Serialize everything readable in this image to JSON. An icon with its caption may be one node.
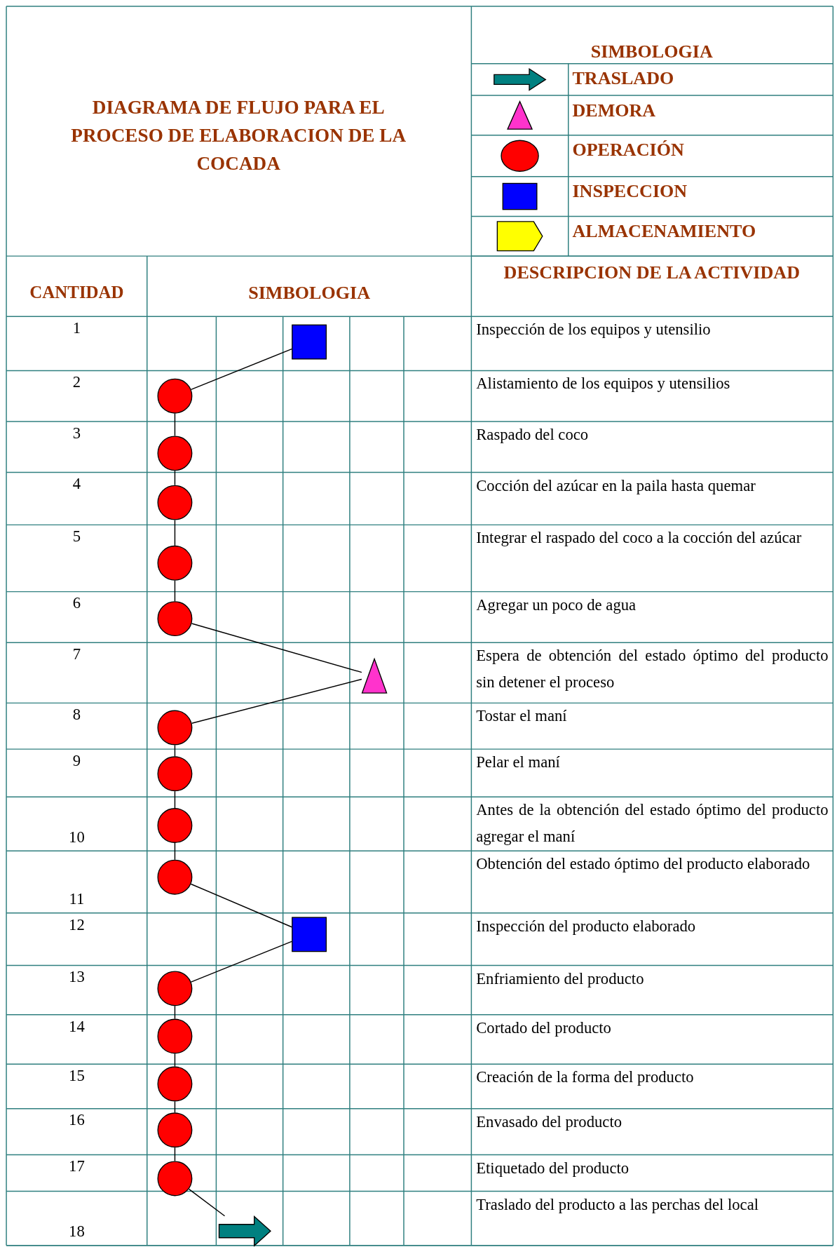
{
  "diagram": {
    "title": "DIAGRAMA DE FLUJO PARA EL PROCESO DE ELABORACION DE LA COCADA",
    "nodes": [
      {
        "text": [],
        "shape": "box"
      },
      {
        "text": [],
        "shape": "circle"
      },
      {
        "text": [],
        "shape": "circle"
      },
      {
        "text": [],
        "shape": "circle"
      },
      {
        "text": [],
        "shape": "circle"
      },
      {
        "text": [],
        "shape": "circle"
      },
      {
        "text": [],
        "shape": "triangle"
      },
      {
        "text": [],
        "shape": "circle"
      },
      {
        "text": [],
        "shape": "circle"
      },
      {
        "text": [],
        "shape": "circle"
      },
      {
        "text": [],
        "shape": "circle"
      },
      {
        "text": [],
        "shape": "box"
      },
      {
        "text": [],
        "shape": "circle"
      },
      {
        "text": [],
        "shape": "circle"
      },
      {
        "text": [],
        "shape": "circle"
      },
      {
        "text": [],
        "shape": "circle"
      },
      {
        "text": [],
        "shape": "circle"
      },
      {
        "text": [],
        "shape": "arrow"
      }
    ],
    "edges": [
      {
        "from": 0,
        "to": 1,
        "arrow": "none"
      },
      {
        "from": 1,
        "to": 2,
        "arrow": "none"
      },
      {
        "from": 2,
        "to": 3,
        "arrow": "none"
      },
      {
        "from": 3,
        "to": 4,
        "arrow": "none"
      },
      {
        "from": 4,
        "to": 5,
        "arrow": "none"
      },
      {
        "from": 5,
        "to": 6,
        "arrow": "none"
      },
      {
        "from": 6,
        "to": 7,
        "arrow": "none"
      },
      {
        "from": 7,
        "to": 8,
        "arrow": "none"
      },
      {
        "from": 8,
        "to": 9,
        "arrow": "none"
      },
      {
        "from": 9,
        "to": 10,
        "arrow": "none"
      },
      {
        "from": 10,
        "to": 11,
        "arrow": "none"
      },
      {
        "from": 11,
        "to": 12,
        "arrow": "none"
      },
      {
        "from": 12,
        "to": 13,
        "arrow": "none"
      },
      {
        "from": 13,
        "to": 14,
        "arrow": "none"
      },
      {
        "from": 14,
        "to": 15,
        "arrow": "none"
      },
      {
        "from": 15,
        "to": 16,
        "arrow": "none"
      },
      {
        "from": 16,
        "to": 17,
        "arrow": "none"
      }
    ],
    "labels": [
      "SIMBOLOGIA",
      "CANTIDAD",
      "SIMBOLOGIA",
      "DESCRIPCION DE LA ACTIVIDAD",
      "1",
      "Inspección de los equipos y utensilio",
      "2",
      "Alistamiento de los equipos y utensilios",
      "3",
      "Raspado del coco",
      "4",
      "Cocción del azúcar en la paila hasta quemar",
      "5",
      "Integrar el raspado del coco a la cocción del azúcar",
      "6",
      "Agregar un poco de agua",
      "7",
      "Espera de obtención del estado óptimo del producto sin detener el proceso",
      "8",
      "Tostar el maní",
      "9",
      "Pelar el maní",
      "10",
      "Antes de la obtención del estado óptimo del producto agregar el maní",
      "11",
      "Obtención del estado óptimo del producto elaborado",
      "12",
      "Inspección del producto elaborado",
      "13",
      "Enfriamiento del producto",
      "14",
      "Cortado del producto",
      "15",
      "Creación de la forma del producto",
      "16",
      "Envasado del producto",
      "17",
      "Etiquetado del producto",
      "18",
      "Traslado del producto a las perchas del local"
    ],
    "legend": [
      {
        "text": "TRASLADO"
      },
      {
        "text": "DEMORA"
      },
      {
        "text": "OPERACIÓN"
      },
      {
        "text": "INSPECCION"
      },
      {
        "text": "ALMACENAMIENTO"
      }
    ]
  }
}
